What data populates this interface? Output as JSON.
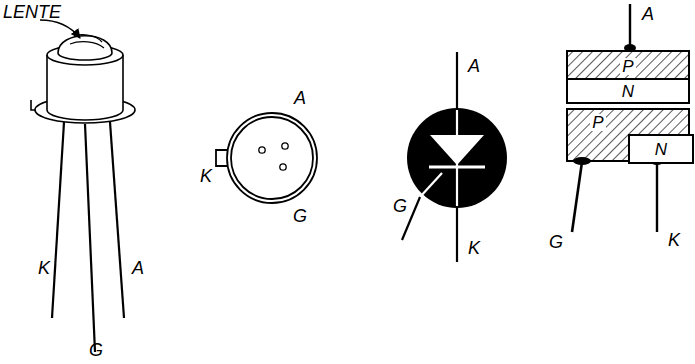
{
  "diagram": {
    "nodes": [
      {
        "text": [
          "P"
        ]
      },
      {
        "text": [
          "N"
        ]
      },
      {
        "text": [
          "P"
        ]
      },
      {
        "text": [
          "N"
        ],
        "in": 2
      }
    ],
    "labels": [
      "LENTE",
      "K",
      "A",
      "G",
      "A",
      "K",
      "G",
      "A",
      "G",
      "K",
      "A",
      "G",
      "K"
    ]
  }
}
